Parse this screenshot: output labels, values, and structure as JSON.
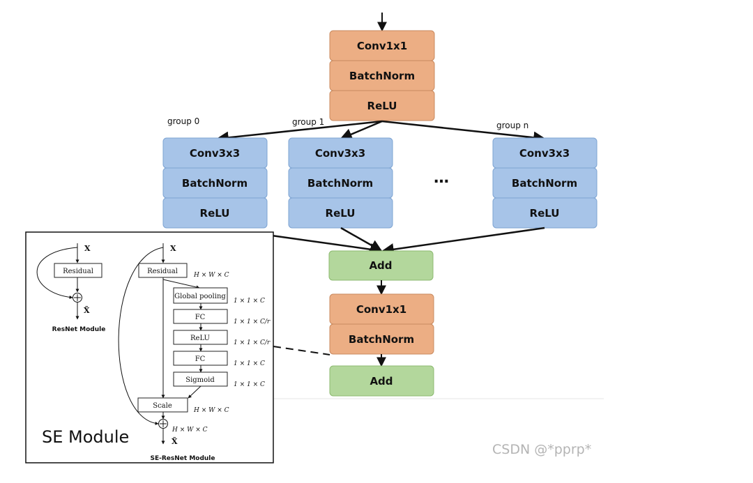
{
  "top_stack": {
    "conv": "Conv1x1",
    "bn": "BatchNorm",
    "relu": "ReLU"
  },
  "groups": [
    {
      "label": "group 0",
      "conv": "Conv3x3",
      "bn": "BatchNorm",
      "relu": "ReLU"
    },
    {
      "label": "group 1",
      "conv": "Conv3x3",
      "bn": "BatchNorm",
      "relu": "ReLU"
    },
    {
      "label": "group n",
      "conv": "Conv3x3",
      "bn": "BatchNorm",
      "relu": "ReLU"
    }
  ],
  "ellipsis": "…",
  "add_1": "Add",
  "bottom_stack": {
    "conv": "Conv1x1",
    "bn": "BatchNorm"
  },
  "add_2": "Add",
  "se_panel": {
    "title": "SE Module",
    "resnet": {
      "input": "X",
      "block": "Residual",
      "output": "X̃",
      "caption": "ResNet Module"
    },
    "se_resnet": {
      "input": "X",
      "residual": "Residual",
      "global_pooling": "Global pooling",
      "fc1": "FC",
      "relu": "ReLU",
      "fc2": "FC",
      "sigmoid": "Sigmoid",
      "scale": "Scale",
      "output": "X̃",
      "caption": "SE-ResNet Module",
      "dims": {
        "residual": "H × W × C",
        "pool": "1 × 1 × C",
        "fc1": "1 × 1 × C/r",
        "relu": "1 × 1 × C/r",
        "fc2": "1 × 1 × C",
        "sigmoid": "1 × 1 × C",
        "scale": "H × W × C",
        "sum": "H × W × C"
      }
    }
  },
  "watermark": "CSDN @*pprp*",
  "colors": {
    "orange": "#ecae84",
    "blue": "#a7c4e8",
    "green": "#b3d79c"
  }
}
